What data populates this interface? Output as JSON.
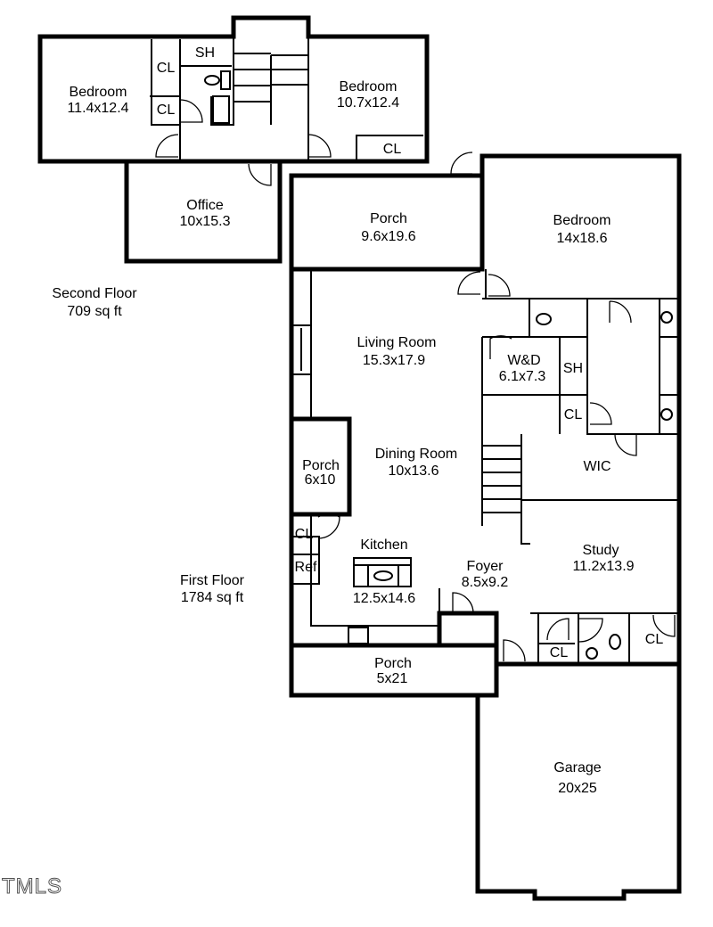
{
  "second_floor": {
    "label": "Second Floor",
    "area": "709 sq ft",
    "rooms": [
      {
        "name": "Bedroom",
        "size": "11.4x12.4"
      },
      {
        "name": "Bedroom",
        "size": "10.7x12.4"
      },
      {
        "name": "Office",
        "size": "10x15.3"
      }
    ],
    "closets": [
      "CL",
      "CL",
      "CL"
    ],
    "shower": "SH"
  },
  "first_floor": {
    "label": "First Floor",
    "area": "1784 sq ft",
    "rooms": [
      {
        "name": "Porch",
        "size": "9.6x19.6"
      },
      {
        "name": "Bedroom",
        "size": "14x18.6"
      },
      {
        "name": "Living Room",
        "size": "15.3x17.9"
      },
      {
        "name": "W&D",
        "size": "6.1x7.3"
      },
      {
        "name": "Porch",
        "size": "6x10"
      },
      {
        "name": "Dining Room",
        "size": "10x13.6"
      },
      {
        "name": "Kitchen",
        "size": "12.5x14.6"
      },
      {
        "name": "Foyer",
        "size": "8.5x9.2"
      },
      {
        "name": "Study",
        "size": "11.2x13.9"
      },
      {
        "name": "Porch",
        "size": "5x21"
      },
      {
        "name": "Garage",
        "size": "20x25"
      }
    ],
    "wic": "WIC",
    "shower": "SH",
    "closets": [
      "CL",
      "CL",
      "CL",
      "CL"
    ],
    "refrigerator": "Ref"
  },
  "watermark": "TMLS"
}
